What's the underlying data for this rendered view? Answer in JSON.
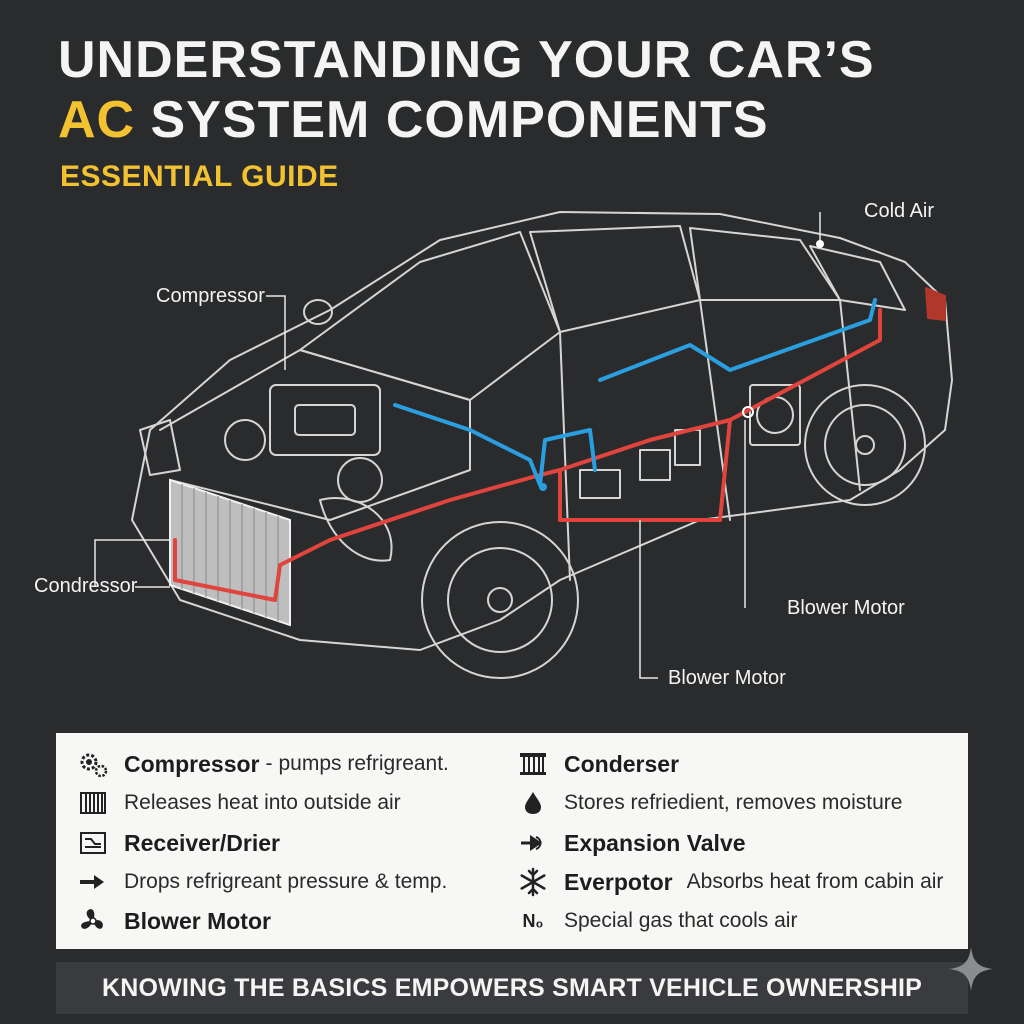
{
  "header": {
    "title_line1": "UNDERSTANDING YOUR CAR’S",
    "title_line2_accent": "AC",
    "title_line2_rest": " SYSTEM COMPONENTS",
    "subtitle": "ESSENTIAL GUIDE"
  },
  "callouts": {
    "cold_air": "Cold Air",
    "compressor": "Compressor",
    "condressor": "Condressor",
    "blower_motor_right": "Blower Motor",
    "blower_motor_bottom": "Blower Motor"
  },
  "legend": {
    "left": [
      {
        "icon": "gears-icon",
        "name": "Compressor",
        "sep": "-",
        "desc": "pumps refrigreant."
      },
      {
        "icon": "radiator-icon",
        "name": "",
        "sep": "",
        "desc": "Releases heat into outside air"
      },
      {
        "icon": "filter-drier-icon",
        "name": "Receiver/Drier",
        "sep": "",
        "desc": ""
      },
      {
        "icon": "arrow-right-icon",
        "name": "",
        "sep": "",
        "desc": "Drops refrigreant pressure & temp."
      },
      {
        "icon": "fan-icon",
        "name": "Blower Motor",
        "sep": "",
        "desc": ""
      }
    ],
    "right": [
      {
        "icon": "condenser-grille-icon",
        "name": "Conderser",
        "sep": "",
        "desc": ""
      },
      {
        "icon": "droplet-icon",
        "name": "",
        "sep": "",
        "desc": "Stores refriedient, removes moisture"
      },
      {
        "icon": "valve-arrow-icon",
        "name": "Expansion Valve",
        "sep": "",
        "desc": ""
      },
      {
        "icon": "snowflake-icon",
        "name": "Everpotor",
        "sep": "",
        "desc": "Absorbs heat from cabin air"
      },
      {
        "icon": "gas-symbol-icon",
        "name": "",
        "sep": "",
        "desc": "Special gas that cools air",
        "icon_text": "N₀"
      }
    ]
  },
  "footer": {
    "text": "KNOWING THE BASICS EMPOWERS SMART VEHICLE OWNERSHIP"
  },
  "colors": {
    "background": "#2a2b2d",
    "accent": "#f2c230",
    "hot_line": "#e0443c",
    "cold_line": "#2a9fe0",
    "panel": "#f7f7f5"
  }
}
